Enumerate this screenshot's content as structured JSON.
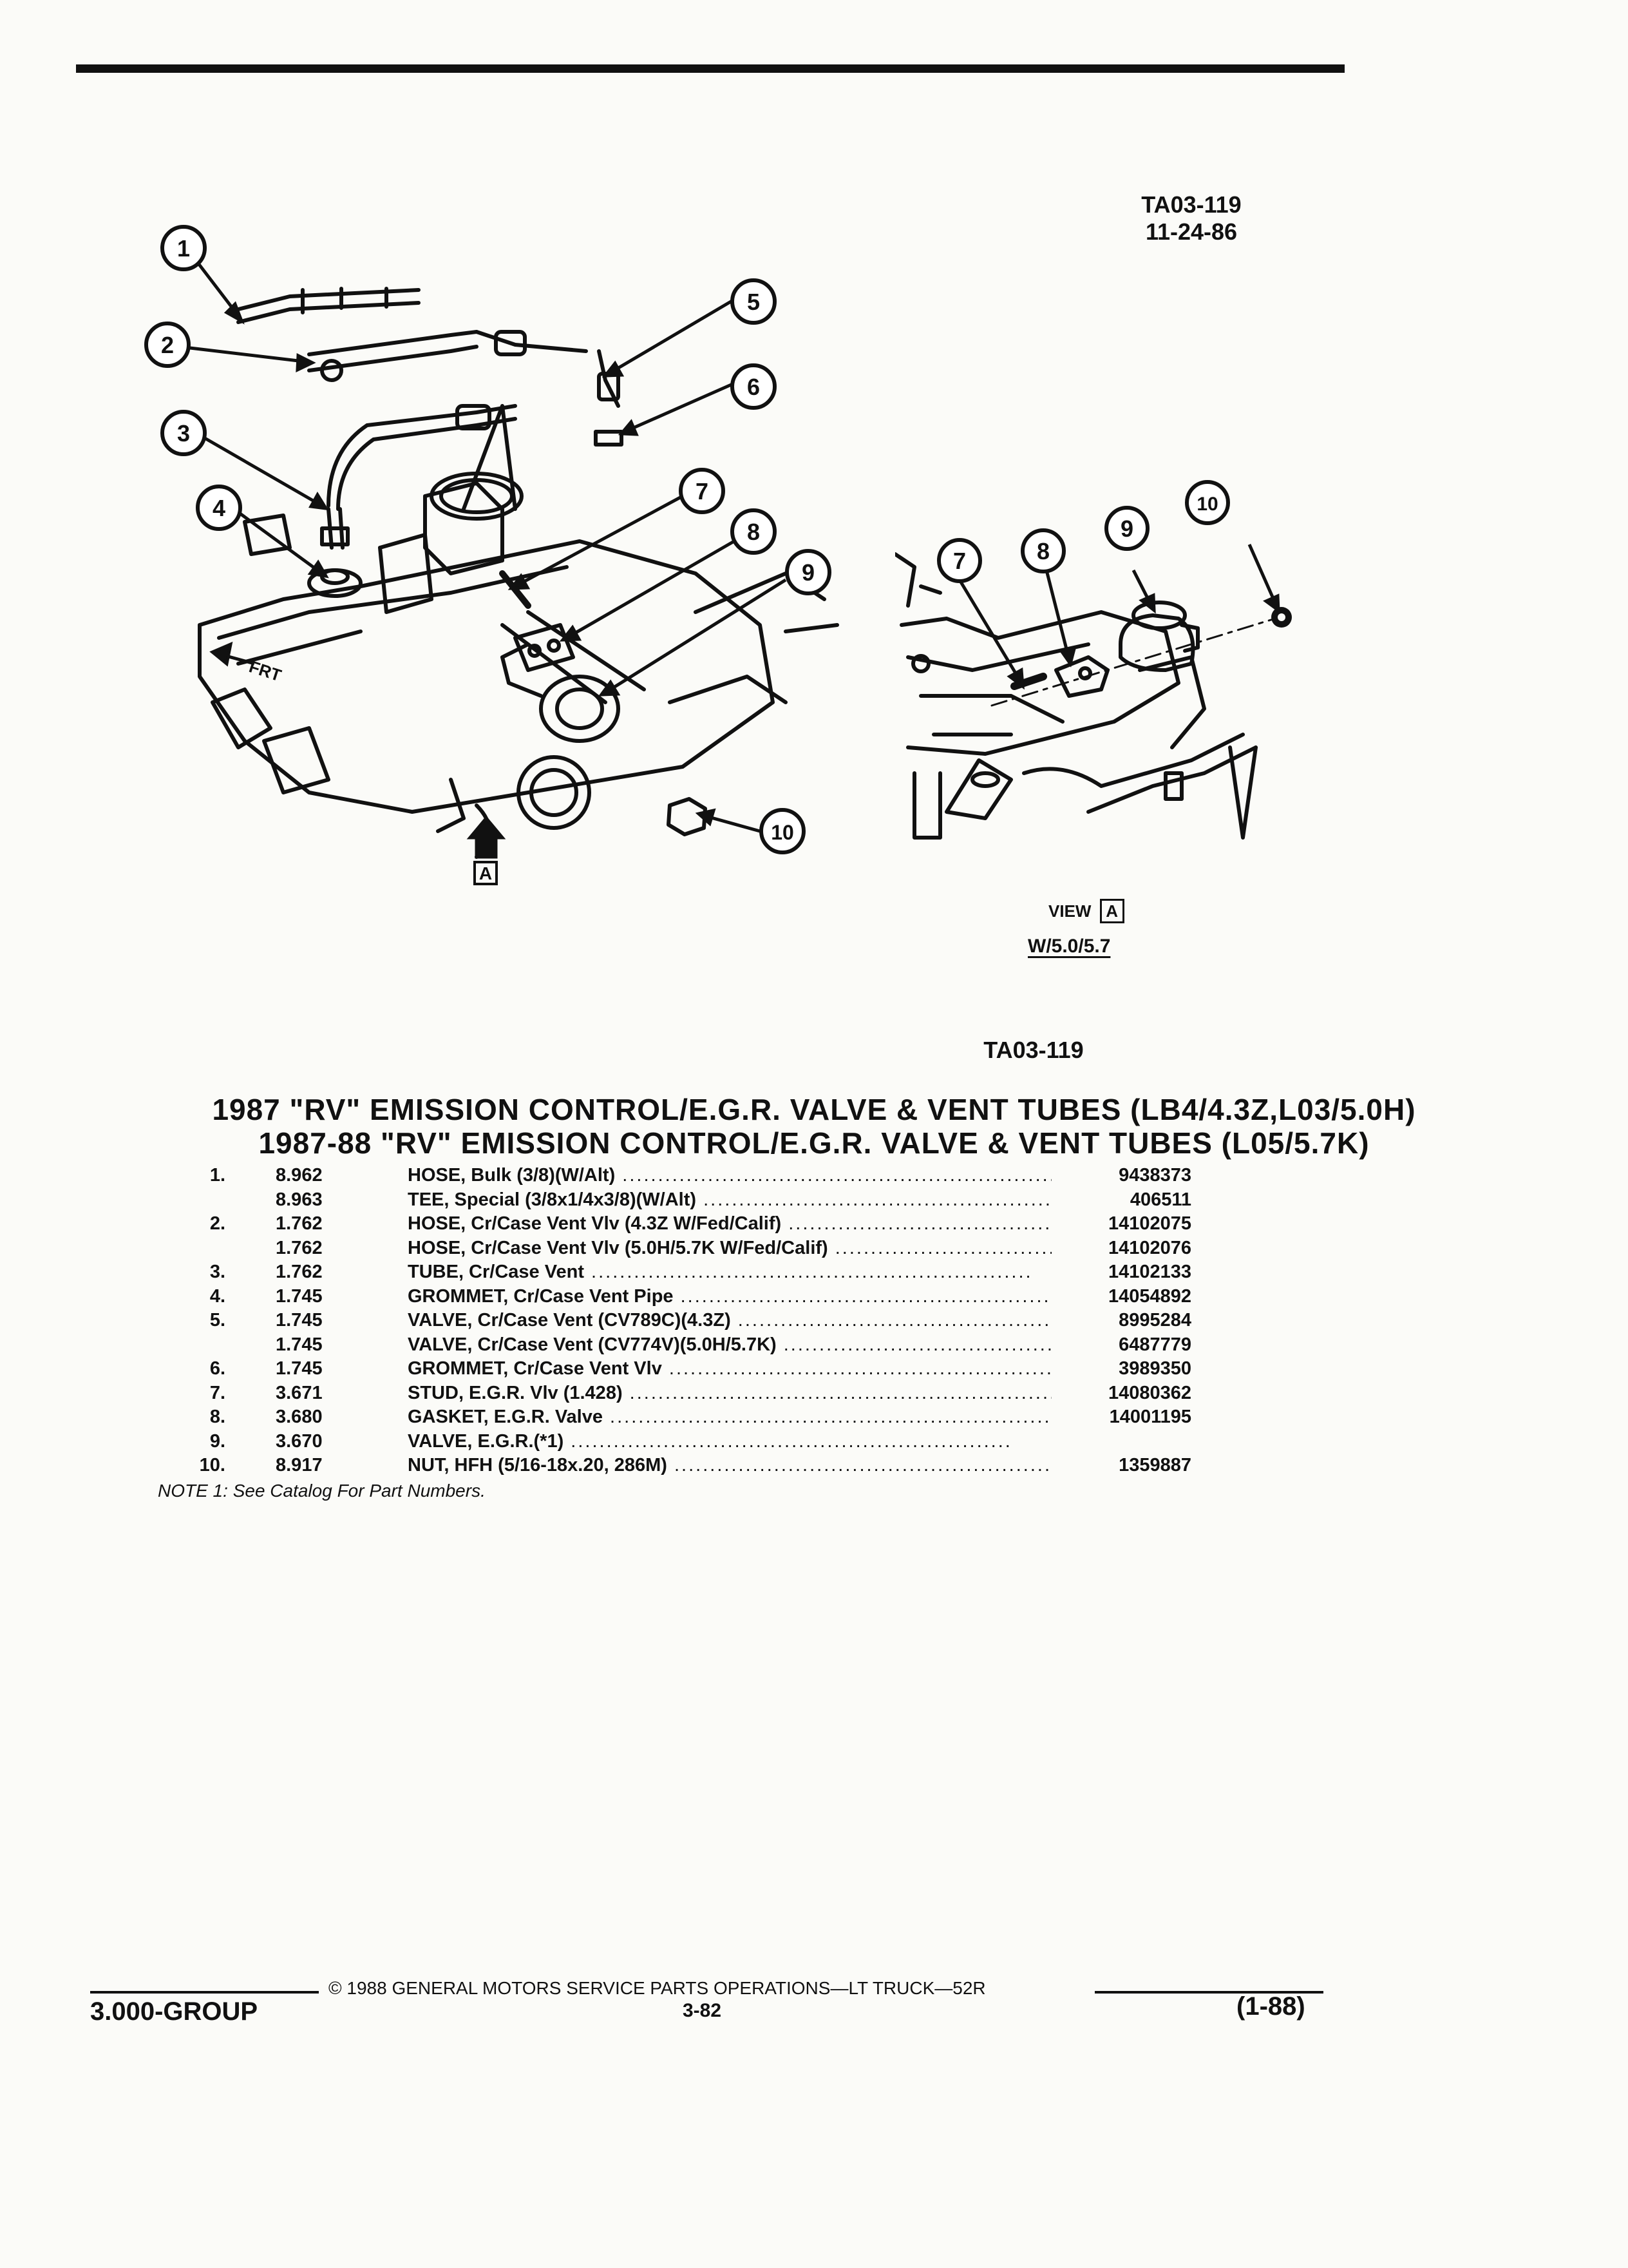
{
  "header": {
    "figure_code": "TA03-119",
    "figure_date": "11-24-86",
    "figure_code_bottom": "TA03-119"
  },
  "illustration": {
    "callouts_main": [
      "1",
      "2",
      "3",
      "4",
      "5",
      "6",
      "7",
      "8",
      "9",
      "10"
    ],
    "callouts_view": [
      "7",
      "8",
      "9",
      "10"
    ],
    "front_label": "FRT",
    "view_marker": "A",
    "view_label": "VIEW",
    "view_caption": "W/5.0/5.7"
  },
  "titles": {
    "line1": "1987 \"RV\" EMISSION CONTROL/E.G.R. VALVE & VENT TUBES (LB4/4.3Z,L03/5.0H)",
    "line2": "1987-88 \"RV\" EMISSION CONTROL/E.G.R. VALVE & VENT TUBES (L05/5.7K)"
  },
  "parts": [
    {
      "num": "1.",
      "group": "8.962",
      "desc": "HOSE, Bulk (3/8)(W/Alt)",
      "part": "9438373"
    },
    {
      "num": "",
      "group": "8.963",
      "desc": "TEE, Special (3/8x1/4x3/8)(W/Alt)",
      "part": "406511"
    },
    {
      "num": "2.",
      "group": "1.762",
      "desc": "HOSE, Cr/Case Vent Vlv (4.3Z W/Fed/Calif)",
      "part": "14102075"
    },
    {
      "num": "",
      "group": "1.762",
      "desc": "HOSE, Cr/Case Vent Vlv (5.0H/5.7K W/Fed/Calif)",
      "part": "14102076"
    },
    {
      "num": "3.",
      "group": "1.762",
      "desc": "TUBE, Cr/Case Vent",
      "part": "14102133"
    },
    {
      "num": "4.",
      "group": "1.745",
      "desc": "GROMMET, Cr/Case Vent Pipe",
      "part": "14054892"
    },
    {
      "num": "5.",
      "group": "1.745",
      "desc": "VALVE, Cr/Case Vent (CV789C)(4.3Z)",
      "part": "8995284"
    },
    {
      "num": "",
      "group": "1.745",
      "desc": "VALVE, Cr/Case Vent (CV774V)(5.0H/5.7K)",
      "part": "6487779"
    },
    {
      "num": "6.",
      "group": "1.745",
      "desc": "GROMMET, Cr/Case Vent Vlv",
      "part": "3989350"
    },
    {
      "num": "7.",
      "group": "3.671",
      "desc": "STUD, E.G.R. Vlv (1.428)",
      "part": "14080362"
    },
    {
      "num": "8.",
      "group": "3.680",
      "desc": "GASKET, E.G.R. Valve",
      "part": "14001195"
    },
    {
      "num": "9.",
      "group": "3.670",
      "desc": "VALVE, E.G.R.(*1)",
      "part": ""
    },
    {
      "num": "10.",
      "group": "8.917",
      "desc": "NUT, HFH (5/16-18x.20, 286M)",
      "part": "1359887"
    }
  ],
  "note": "NOTE 1: See Catalog For Part Numbers.",
  "footer": {
    "copyright": "© 1988 GENERAL MOTORS SERVICE PARTS OPERATIONS—LT TRUCK—52R",
    "page": "3-82",
    "group": "3.000-GROUP",
    "revision": "(1-88)"
  }
}
